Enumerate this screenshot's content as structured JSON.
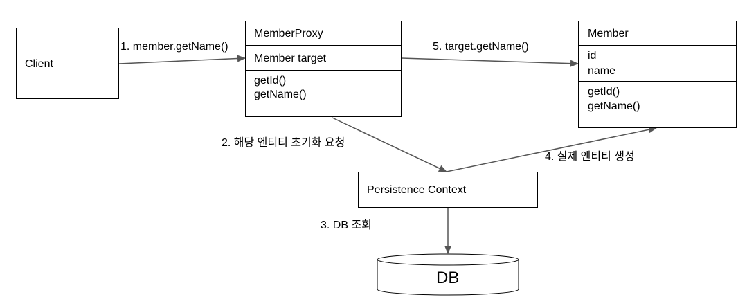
{
  "nodes": {
    "client": {
      "title": "Client"
    },
    "member_proxy": {
      "title": "MemberProxy",
      "field": "Member target",
      "methods": [
        "getId()",
        "getName()"
      ]
    },
    "member": {
      "title": "Member",
      "fields": [
        "id",
        "name"
      ],
      "methods": [
        "getId()",
        "getName()"
      ]
    },
    "persistence_context": {
      "title": "Persistence Context"
    },
    "db": {
      "title": "DB"
    }
  },
  "edges": [
    {
      "from": "client",
      "to": "member_proxy",
      "label": "1. member.getName()"
    },
    {
      "from": "member_proxy",
      "to": "persistence_context",
      "label": "2. 해당 엔티티 초기화 요청"
    },
    {
      "from": "persistence_context",
      "to": "db",
      "label": "3. DB 조회"
    },
    {
      "from": "persistence_context",
      "to": "member",
      "label": "4. 실제 엔티티 생성"
    },
    {
      "from": "member_proxy",
      "to": "member",
      "label": "5. target.getName()"
    }
  ],
  "colors": {
    "line": "#555555",
    "border": "#000000"
  }
}
